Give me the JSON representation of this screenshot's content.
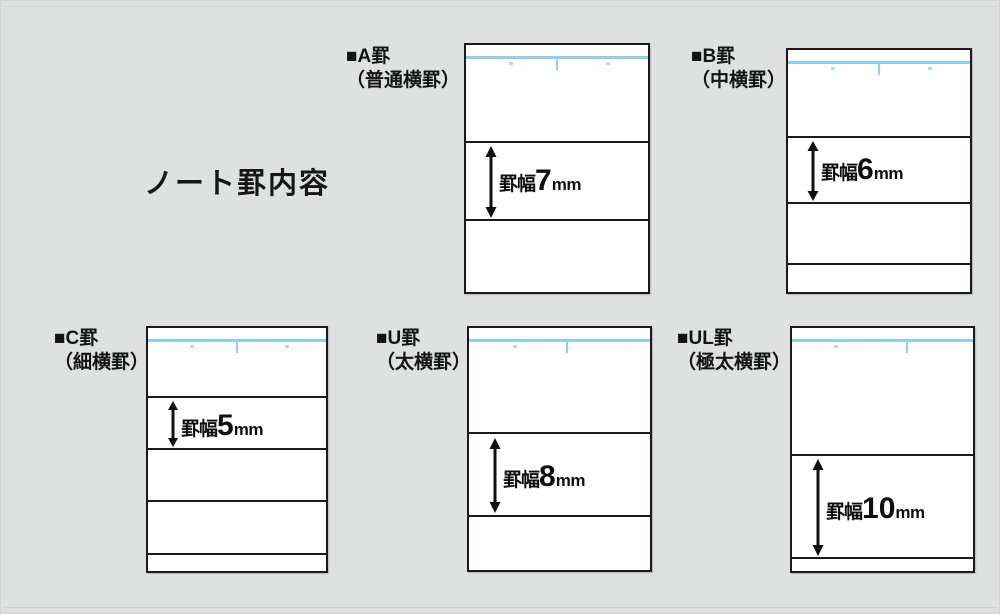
{
  "page": {
    "title": "ノート罫内容",
    "background_color": "#dfe0e0",
    "rule_line_color": "#8fd0ee",
    "border_color": "#1a1a1a"
  },
  "specimens": [
    {
      "id": "a",
      "code": "■A罫",
      "sub": "（普通横罫）",
      "caption_kanji": "罫幅",
      "caption_num": "7",
      "caption_unit": "mm",
      "rule_width_mm": 7,
      "row_count": 3
    },
    {
      "id": "b",
      "code": "■B罫",
      "sub": "（中横罫）",
      "caption_kanji": "罫幅",
      "caption_num": "6",
      "caption_unit": "mm",
      "rule_width_mm": 6,
      "row_count": 4
    },
    {
      "id": "c",
      "code": "■C罫",
      "sub": "（細横罫）",
      "caption_kanji": "罫幅",
      "caption_num": "5",
      "caption_unit": "mm",
      "rule_width_mm": 5,
      "row_count": 5
    },
    {
      "id": "u",
      "code": "■U罫",
      "sub": "（太横罫）",
      "caption_kanji": "罫幅",
      "caption_num": "8",
      "caption_unit": "mm",
      "rule_width_mm": 8,
      "row_count": 3
    },
    {
      "id": "ul",
      "code": "■UL罫",
      "sub": "（極太横罫）",
      "caption_kanji": "罫幅",
      "caption_num": "10",
      "caption_unit": "mm",
      "rule_width_mm": 10,
      "row_count": 3
    }
  ]
}
